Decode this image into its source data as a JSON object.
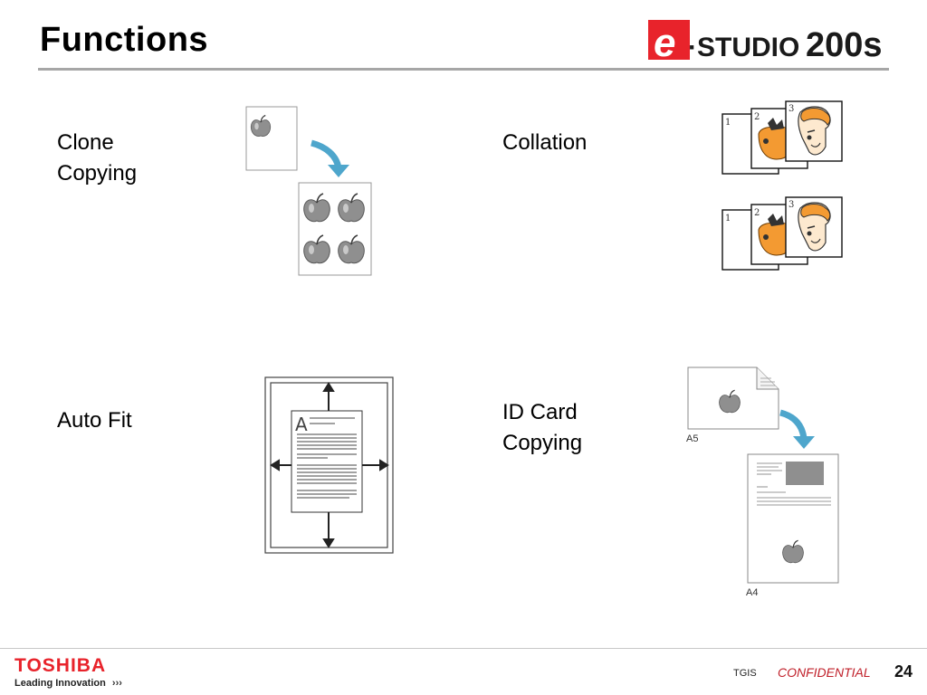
{
  "slide": {
    "title": "Functions",
    "page_number": "24"
  },
  "logo": {
    "prefix": "e",
    "name": "·STUDIO",
    "model": "200s",
    "brand_color": "#e8232b"
  },
  "features": {
    "clone": {
      "label_line1": "Clone",
      "label_line2": "Copying"
    },
    "collation": {
      "label": "Collation",
      "sheet_numbers": [
        "1",
        "2",
        "3"
      ]
    },
    "autofit": {
      "label": "Auto Fit",
      "letter": "A"
    },
    "idcard": {
      "label_line1": "ID Card",
      "label_line2": "Copying",
      "size_from": "A5",
      "size_to": "A4"
    }
  },
  "footer": {
    "company": "TOSHIBA",
    "tagline": "Leading Innovation",
    "tagline_arrows": "›››",
    "org": "TGIS",
    "confidential": "CONFIDENTIAL",
    "brand_color": "#e8232b",
    "confidential_color": "#c0202a"
  },
  "colors": {
    "arrow_blue": "#4ea6cc",
    "apple_gray": "#8f8f8f",
    "orange": "#f39a32"
  }
}
